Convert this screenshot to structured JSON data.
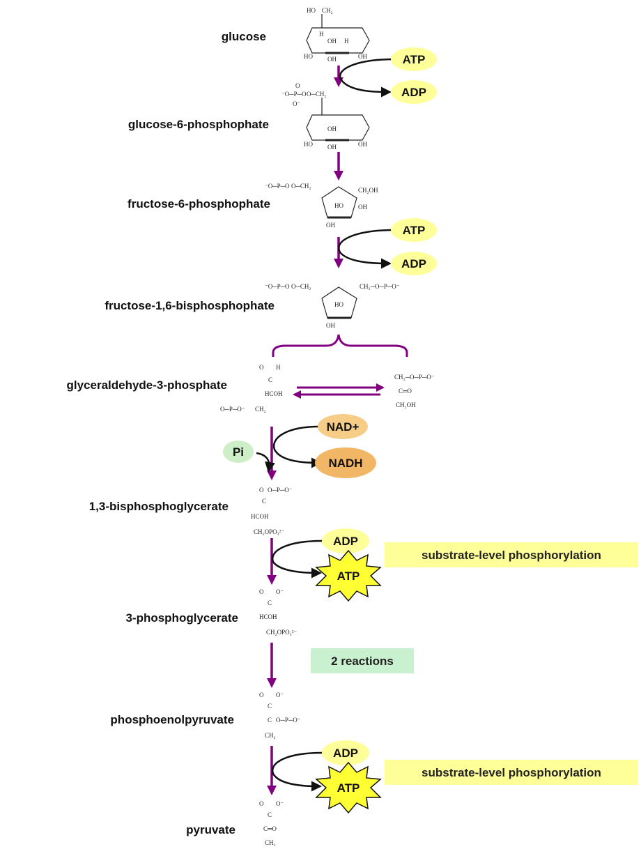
{
  "colors": {
    "main_arrow": "#800080",
    "side_arrow": "#111111",
    "atp_adp_pill": "#ffff99",
    "nad_pill": "#f6cd86",
    "nadh_pill": "#f2b766",
    "pi_pill": "#cdeec7",
    "burst_fill": "#ffff33",
    "note_fill": "#ffff99",
    "reactions_fill": "#c9f0cf"
  },
  "icons": {
    "burst": "star-burst-icon",
    "main_arrow": "down-arrow-icon",
    "side_arrow": "curved-arrow-icon"
  },
  "metabolites": {
    "glucose": "glucose",
    "g6p": "glucose-6-phosphophate",
    "f6p": "fructose-6-phosphophate",
    "f16bp": "fructose-1,6-bisphosphophate",
    "g3p": "glyceraldehyde-3-phosphate",
    "bpg13": "1,3-bisphosphoglycerate",
    "pg3": "3-phosphoglycerate",
    "pep": "phosphoenolpyruvate",
    "pyruvate": "pyruvate"
  },
  "cofactors": {
    "atp": "ATP",
    "adp": "ADP",
    "nad": "NAD+",
    "nadh": "NADH",
    "pi": "Pi"
  },
  "notes": {
    "substrate_level": "substrate-level phosphorylation",
    "two_reactions": "2 reactions"
  },
  "chem": {
    "ho": "HO",
    "oh": "OH",
    "h": "H",
    "ch2": "CH₂",
    "ch2oh": "CH₂OH",
    "hcoh": "HCOH",
    "ch2opo3": "CH₂OPO₃²⁻",
    "o": "O",
    "ominus": "O⁻",
    "p": "P",
    "c": "C",
    "ceq": "C═O",
    "omin_p": "⁻O─P─O",
    "o_p_o": "O─P─O⁻",
    "ch2_o_p": "CH₂─O─P─O⁻",
    "o_ch2": "O─CH₂"
  }
}
